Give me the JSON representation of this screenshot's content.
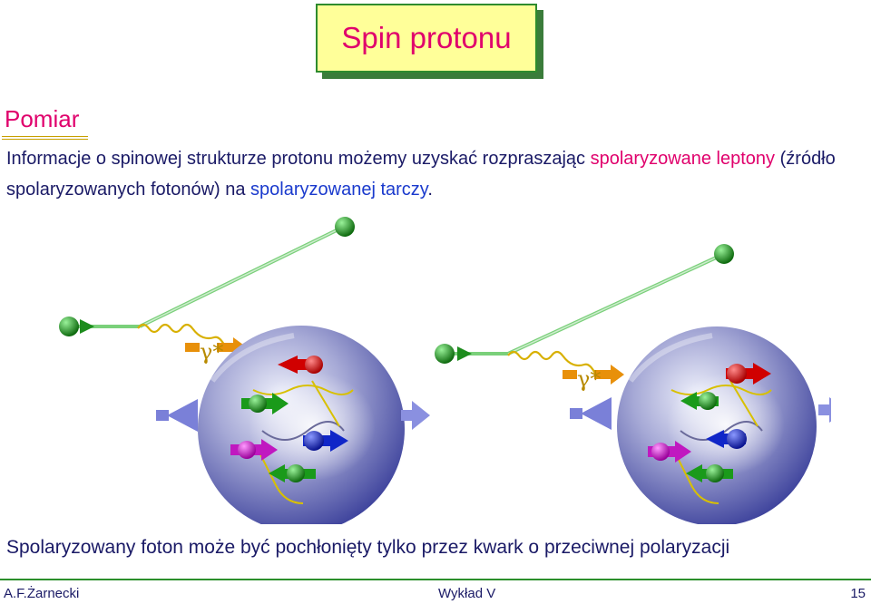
{
  "slide": {
    "title": "Spin protonu",
    "section": "Pomiar",
    "paragraph": {
      "t1": "Informacje o spinowej strukturze protonu możemy uzyskać rozpraszając ",
      "t2": "spolaryzowane leptony",
      "t3": " (źródło spolaryzowanych fotonów) na ",
      "t4": "spolaryzowanej tarczy",
      "t5": "."
    },
    "figure": {
      "photon_label_left": "γ*",
      "photon_label_right": "γ*"
    },
    "caption": "Spolaryzowany foton może być pochłonięty tylko przez kwark o przeciwnej polaryzacji",
    "footer": {
      "author": "A.F.Żarnecki",
      "lecture": "Wykład V",
      "page": "15"
    }
  },
  "colors": {
    "title_bg": "#ffff99",
    "title_text": "#e0006c",
    "body_text": "#1a1a66",
    "highlight_red": "#e0006c",
    "highlight_blue": "#1a3acd",
    "footer_rule": "#2b8f2b"
  }
}
